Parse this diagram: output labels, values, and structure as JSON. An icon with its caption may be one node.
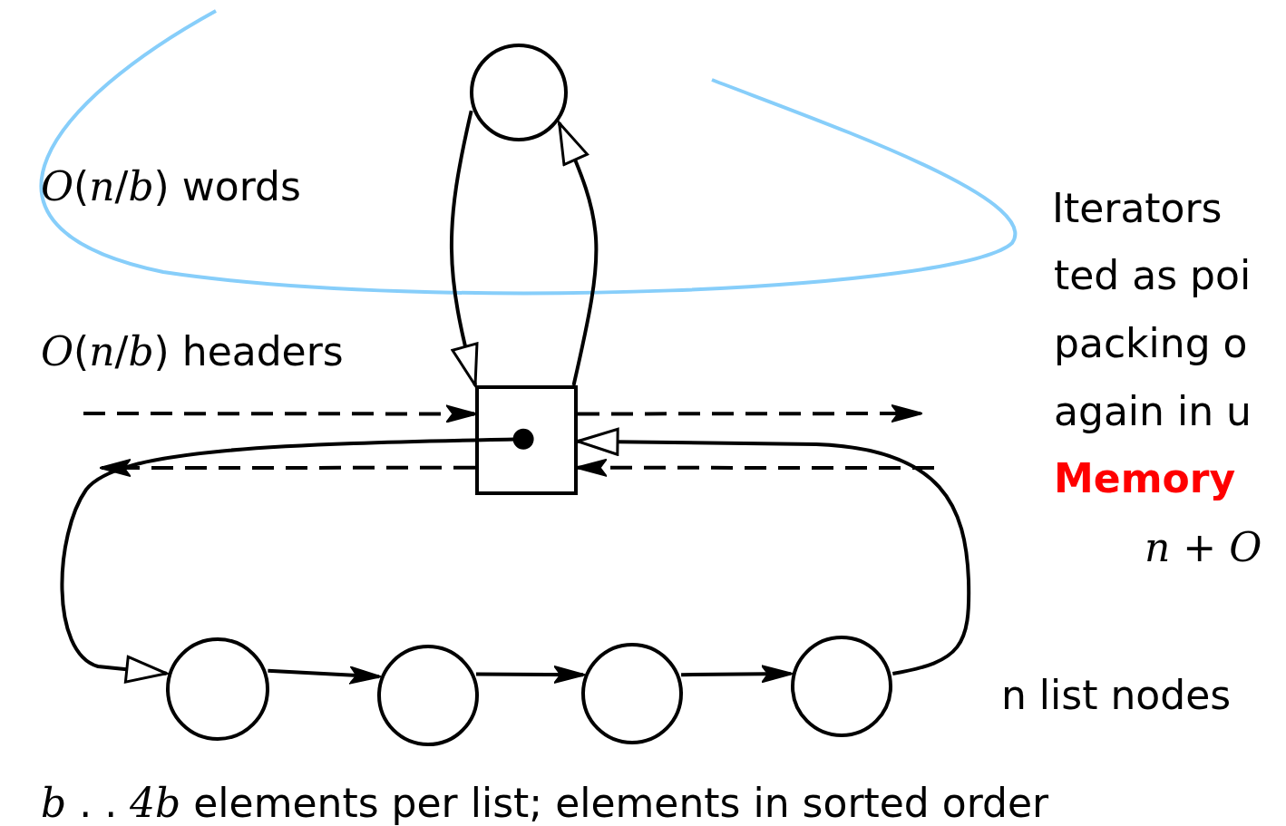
{
  "diagram": {
    "nodes": [
      {
        "text": [],
        "shape": "circle"
      },
      {
        "text": [],
        "shape": "box"
      },
      {
        "text": [],
        "shape": "circle"
      },
      {
        "text": [],
        "shape": "circle"
      },
      {
        "text": [],
        "shape": "circle"
      },
      {
        "text": [],
        "shape": "circle"
      }
    ],
    "edges": [
      {
        "from": 0,
        "to": 1,
        "arrow": "to"
      },
      {
        "from": 1,
        "to": 0,
        "arrow": "to"
      },
      {
        "from": 1,
        "to": 2,
        "arrow": "to"
      },
      {
        "from": 5,
        "to": 1,
        "arrow": "to"
      },
      {
        "from": 2,
        "to": 3,
        "arrow": "to"
      },
      {
        "from": 3,
        "to": 4,
        "arrow": "to"
      },
      {
        "from": 4,
        "to": 5,
        "arrow": "to"
      },
      {
        "from": null,
        "to": 1,
        "arrow": "to",
        "style": "dashed"
      },
      {
        "from": 1,
        "to": null,
        "arrow": "to",
        "style": "dashed"
      },
      {
        "from": null,
        "to": 1,
        "arrow": "to",
        "style": "dashed"
      },
      {
        "from": 1,
        "to": null,
        "arrow": "to",
        "style": "dashed"
      }
    ],
    "labels": [
      "*O*(*n*/*b*) words",
      "Iterators",
      "ted as poi",
      "*O*(*n*/*b*) headers",
      "packing o",
      "again in u",
      "Memory",
      "*n* + *O*",
      "n list nodes",
      "*b* . . *4b* elements per list; elements in sorted order"
    ]
  }
}
